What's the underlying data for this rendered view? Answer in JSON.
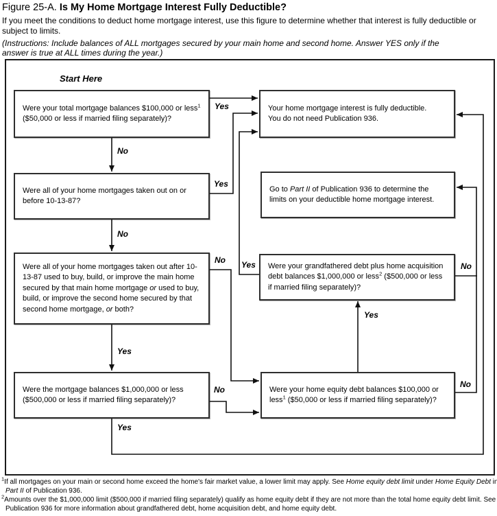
{
  "header": {
    "figure_label": "Figure 25-A.",
    "title": "Is My Home Mortgage Interest Fully Deductible?",
    "subtitle": "If you meet the conditions to deduct home mortgage interest, use this figure to determine whether that interest is fully deductible or subject to limits.",
    "instructions": "(Instructions: Include balances of ALL mortgages secured by your main home and second home. Answer YES only if the answer is true at ALL times during the year.)"
  },
  "flowchart": {
    "start_label": "Start Here",
    "yes_label": "Yes",
    "no_label": "No",
    "q1": {
      "text": "Were your total mortgage balances $100,000 or less",
      "sup": "1",
      "text2": " ($50,000 or less if married filing separately)?"
    },
    "r1": {
      "line1": "Your home mortgage interest is fully deductible.",
      "line2": "You do not need Publication 936."
    },
    "q2": {
      "text": "Were all of your home mortgages taken out on or before 10-13-87?"
    },
    "r2": {
      "part1": "Go to ",
      "italic": "Part II",
      "part2": " of Publication 936 to determine the limits on your deductible home mortgage interest."
    },
    "q3": {
      "part1": "Were all of your home mortgages taken out after 10-13-87 used to buy, build, or improve the main home secured by that main home mortgage ",
      "or1": "or",
      "part2": " used to buy, build, or improve the second home secured by that second home mortgage, ",
      "or2": "or",
      "part3": " both?"
    },
    "q6": {
      "text": "Were your grandfathered debt plus home acquisition debt balances $1,000,000 or less",
      "sup": "2",
      "text2": " ($500,000 or less if married filing separately)?"
    },
    "q4": {
      "text": "Were the mortgage balances $1,000,000 or less ($500,000 or less if married filing separately)?"
    },
    "q5": {
      "text": "Were your home equity debt balances $100,000 or less",
      "sup": "1",
      "text2": " ($50,000 or less if married filing separately)?"
    }
  },
  "footnotes": {
    "f1": {
      "sup": "1",
      "part1": "If all mortgages on your main or second home exceed the home's fair market value, a lower limit may apply. See ",
      "i1": "Home equity debt limit",
      "part2": " under ",
      "i2": "Home Equity Debt",
      "part3": " in ",
      "i3": "Part II",
      "part4": " of Publication 936."
    },
    "f2": {
      "sup": "2",
      "text": "Amounts over the $1,000,000 limit ($500,000 if married filing separately) qualify as home equity debt if they are not more than the total home equity debt limit. See Publication 936 for more information about grandfathered debt, home acquisition debt, and home equity debt."
    }
  }
}
